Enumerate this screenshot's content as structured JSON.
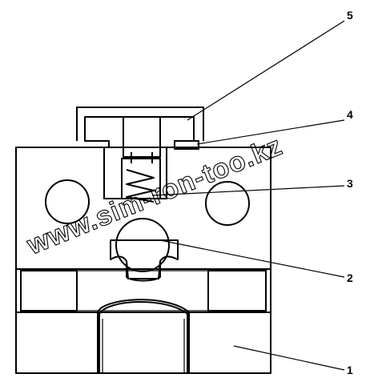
{
  "labels": [
    {
      "id": "1",
      "text": "1"
    },
    {
      "id": "2",
      "text": "2"
    },
    {
      "id": "3",
      "text": "3"
    },
    {
      "id": "4",
      "text": "4"
    },
    {
      "id": "5",
      "text": "5"
    }
  ],
  "watermark": "www.sim-ron-too.kz",
  "colors": {
    "line": "#000000",
    "background": "#ffffff"
  }
}
